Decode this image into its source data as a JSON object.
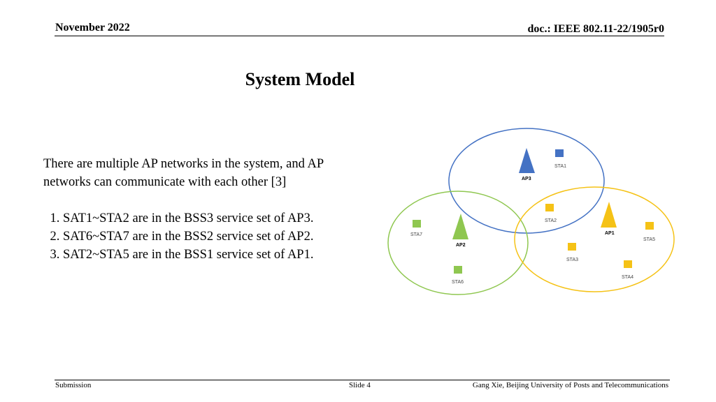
{
  "header": {
    "date": "November 2022",
    "doc": "doc.: IEEE 802.11-22/1905r0"
  },
  "title": "System Model",
  "body": {
    "intro": "There are multiple AP networks in the system, and AP networks can communicate with each other [3]",
    "items": [
      "SAT1~STA2 are in the BSS3 service set of AP3.",
      "SAT6~STA7 are in the BSS2 service set of AP2.",
      "SAT2~STA5 are in the BSS1 service set of AP1."
    ]
  },
  "diagram": {
    "colors": {
      "bss3": "#4472c4",
      "bss2": "#8fc750",
      "bss1": "#f5c216"
    },
    "aps": {
      "ap3": "AP3",
      "ap2": "AP2",
      "ap1": "AP1"
    },
    "stations": {
      "sta1": "STA1",
      "sta2": "STA2",
      "sta3": "STA3",
      "sta4": "STA4",
      "sta5": "STA5",
      "sta6": "STA6",
      "sta7": "STA7"
    }
  },
  "footer": {
    "left": "Submission",
    "middle": "Slide 4",
    "right": "Gang Xie, Beijing University of Posts and Telecommunications"
  }
}
